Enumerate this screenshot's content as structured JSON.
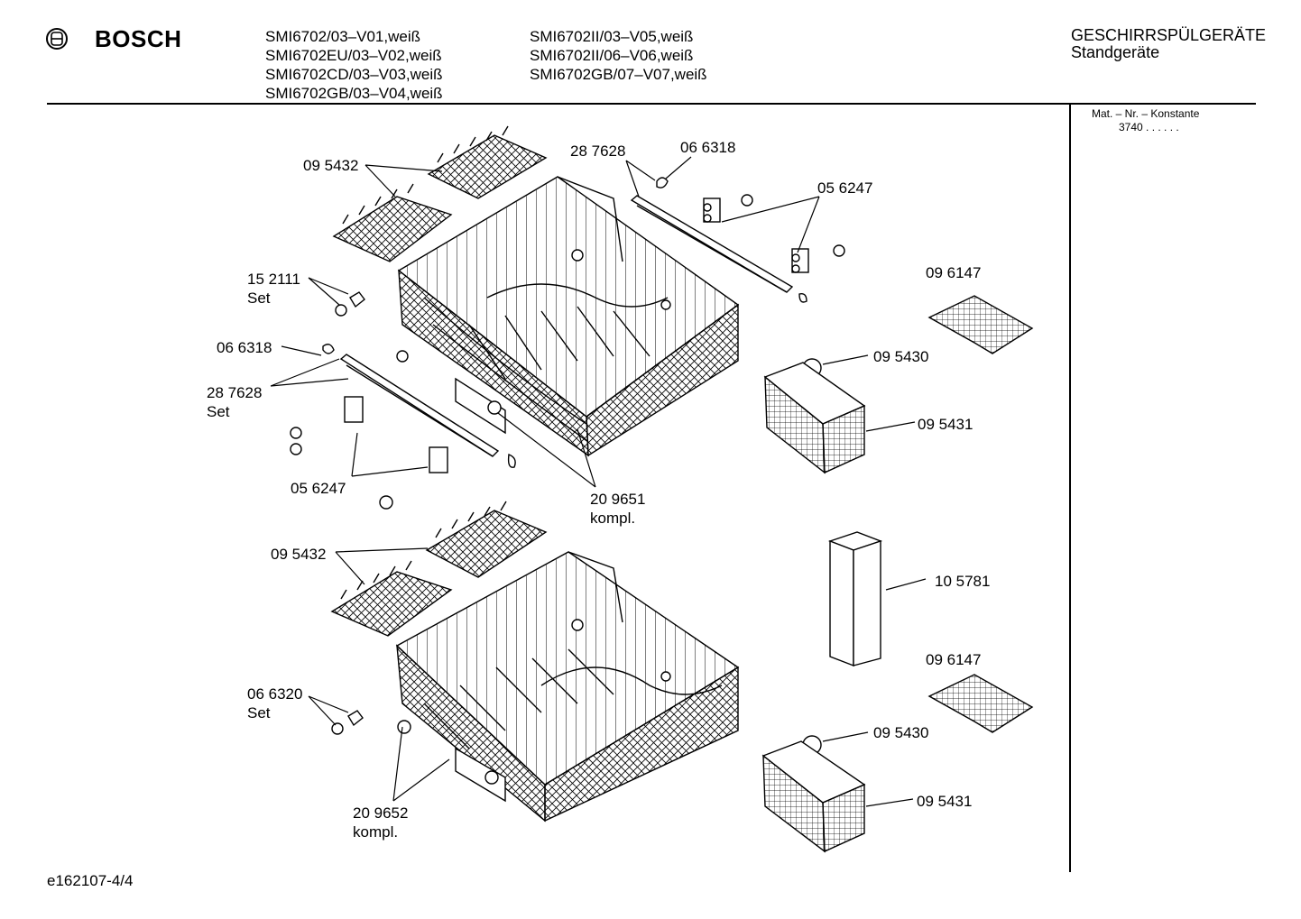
{
  "header": {
    "brand": "BOSCH",
    "models_col1": [
      "SMI6702/03–V01,weiß",
      "SMI6702EU/03–V02,weiß",
      "SMI6702CD/03–V03,weiß",
      "SMI6702GB/03–V04,weiß"
    ],
    "models_col2": [
      "SMI6702II/03–V05,weiß",
      "SMI6702II/06–V06,weiß",
      "SMI6702GB/07–V07,weiß"
    ],
    "category": "GESCHIRRSPÜLGERÄTE",
    "subcategory": "Standgeräte"
  },
  "side_panel": {
    "mat_label": "Mat. – Nr. – Konstante",
    "mat_value": "3740  .  .   .  .  .  ."
  },
  "parts": {
    "p1": "09 5432",
    "p2": "28 7628",
    "p3": "06 6318",
    "p4": "05 6247",
    "p5": "15 2111",
    "p5b": "Set",
    "p6": "06 6318",
    "p7": "28 7628",
    "p7b": "Set",
    "p8": "05 6247",
    "p9": "20 9651",
    "p9b": "kompl.",
    "p10": "09 6147",
    "p11": "09 5430",
    "p12": "09 5431",
    "p13": "09 5432",
    "p14": "10 5781",
    "p15": "09 6147",
    "p16": "06 6320",
    "p16b": "Set",
    "p17": "09 5430",
    "p18": "09 5431",
    "p19": "20 9652",
    "p19b": "kompl."
  },
  "footer": {
    "doc_id": "e162107-4/4"
  }
}
